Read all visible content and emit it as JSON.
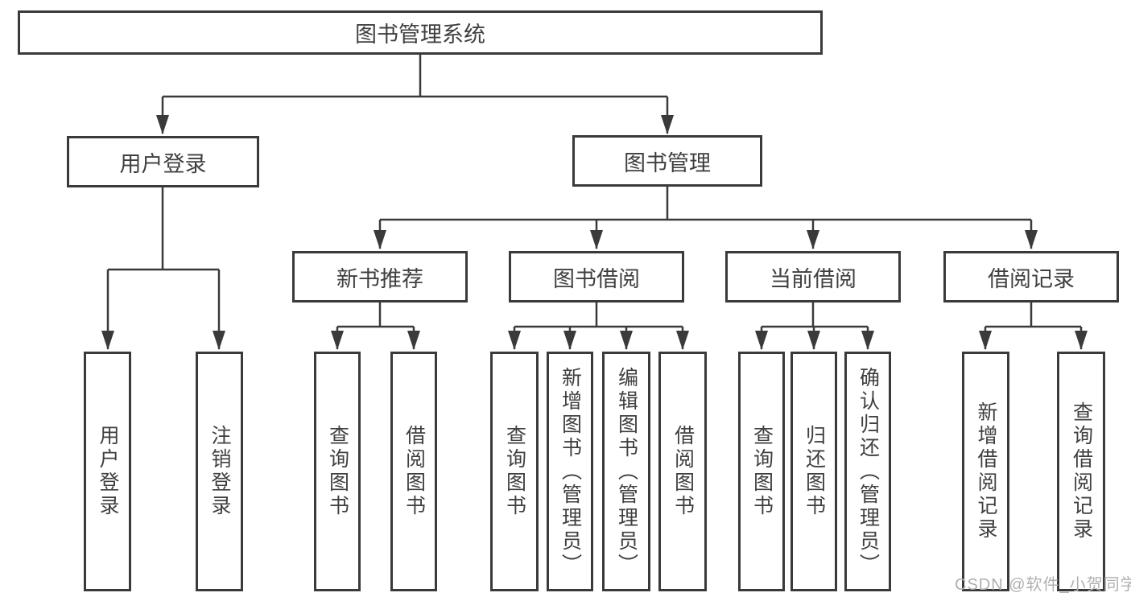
{
  "colors": {
    "line": "#3a3a3a",
    "text": "#3f3f3f",
    "watermark": "#b0b0b0",
    "background": "#ffffff"
  },
  "watermark": {
    "text": "CSDN @软件_小贺同学"
  },
  "tree": {
    "label": "图书管理系统",
    "children": [
      {
        "label": "用户登录",
        "children": [
          {
            "label": "用户登录"
          },
          {
            "label": "注销登录"
          }
        ]
      },
      {
        "label": "图书管理",
        "children": [
          {
            "label": "新书推荐",
            "children": [
              {
                "label": "查询图书"
              },
              {
                "label": "借阅图书"
              }
            ]
          },
          {
            "label": "图书借阅",
            "children": [
              {
                "label": "查询图书"
              },
              {
                "label": "新增图书（管理员）"
              },
              {
                "label": "编辑图书（管理员）"
              },
              {
                "label": "借阅图书"
              }
            ]
          },
          {
            "label": "当前借阅",
            "children": [
              {
                "label": "查询图书"
              },
              {
                "label": "归还图书"
              },
              {
                "label": "确认归还（管理员）"
              }
            ]
          },
          {
            "label": "借阅记录",
            "children": [
              {
                "label": "新增借阅记录"
              },
              {
                "label": "查询借阅记录"
              }
            ]
          }
        ]
      }
    ]
  }
}
